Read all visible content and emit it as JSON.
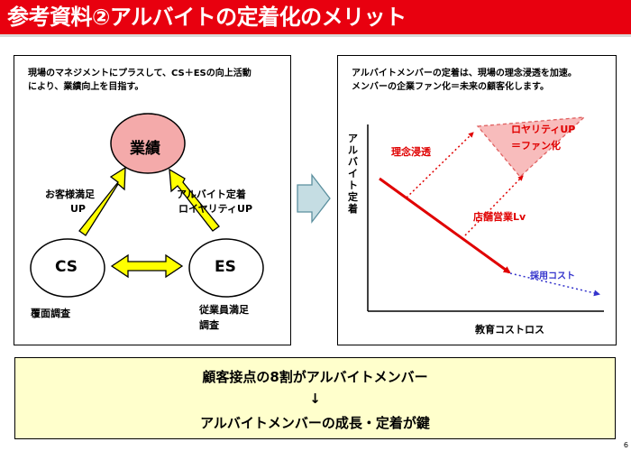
{
  "header": {
    "title": "参考資料②アルバイトの定着化のメリット"
  },
  "left_panel": {
    "description_line1": "現場のマネジメントにプラスして、CS＋ESの向上活動",
    "description_line2": "により、業績向上を目指す。",
    "nodes": {
      "top": "業績",
      "left": "CS",
      "right": "ES"
    },
    "arrow_left_label_line1": "お客様満足",
    "arrow_left_label_line2": "UP",
    "arrow_right_label_line1": "アルバイト定着",
    "arrow_right_label_line2": "ロイヤリティUP",
    "cs_caption": "覆面調査",
    "es_caption_line1": "従業員満足",
    "es_caption_line2": "調査"
  },
  "right_panel": {
    "description_line1": "アルバイトメンバーの定着は、現場の理念浸透を加速。",
    "description_line2": "メンバーの企業ファン化＝未来の顧客化します。",
    "y_axis_label": "アルバイト定着",
    "x_axis_label": "教育コストロス",
    "label_rinen": "理念浸透",
    "label_store": "店舗営業Lv",
    "label_cost": "採用コスト",
    "label_loyalty_line1": "ロヤリティUP",
    "label_loyalty_line2": "＝ファン化"
  },
  "footer": {
    "line1": "顧客接点の8割がアルバイトメンバー",
    "arrow": "↓",
    "line2": "アルバイトメンバーの成長・定着が鍵"
  },
  "page_number": "6",
  "colors": {
    "header_red": "#e8000f",
    "node_pink": "#f4aaaa",
    "arrow_yellow": "#ffff00",
    "red_line": "#e00000",
    "blue_dotted": "#3333cc",
    "triangle_pink": "#f8bcbc",
    "footer_bg": "#ffffcc",
    "chevron_blue": "#c5dde3"
  }
}
